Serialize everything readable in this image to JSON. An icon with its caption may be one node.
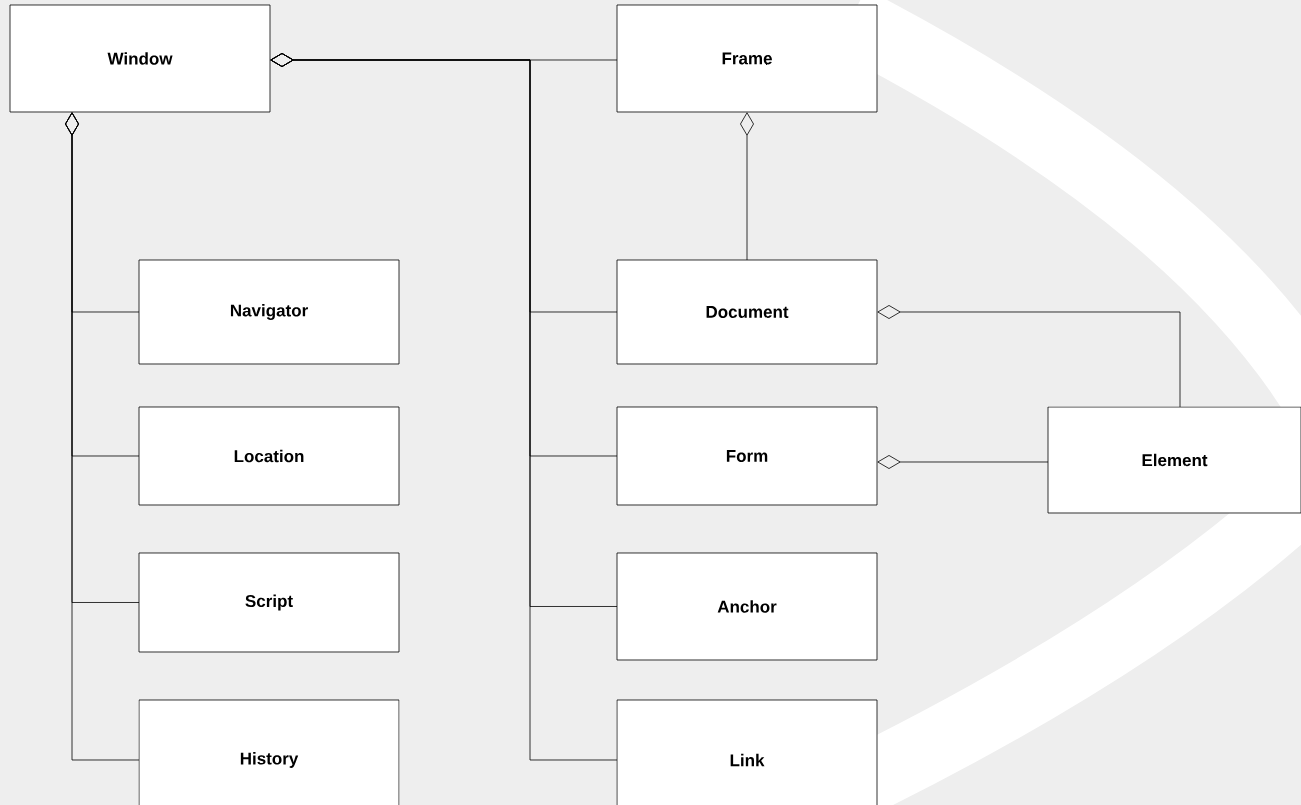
{
  "diagram": {
    "nodes": [
      {
        "text": [
          "Window"
        ]
      },
      {
        "text": [
          "Frame"
        ]
      },
      {
        "text": [
          "Navigator"
        ]
      },
      {
        "text": [
          "Location"
        ]
      },
      {
        "text": [
          "Script"
        ]
      },
      {
        "text": [
          "History"
        ]
      },
      {
        "text": [
          "Document"
        ]
      },
      {
        "text": [
          "Form"
        ]
      },
      {
        "text": [
          "Element"
        ]
      },
      {
        "text": [
          "Anchor"
        ]
      },
      {
        "text": [
          "Link"
        ]
      }
    ],
    "edges": [
      {
        "from": 0,
        "to": 1,
        "arrow": "other"
      },
      {
        "from": 0,
        "to": 2,
        "arrow": "other"
      },
      {
        "from": 0,
        "to": 3,
        "arrow": "other"
      },
      {
        "from": 0,
        "to": 4,
        "arrow": "other"
      },
      {
        "from": 0,
        "to": 5,
        "arrow": "other"
      },
      {
        "from": 0,
        "to": 6,
        "arrow": "other"
      },
      {
        "from": 0,
        "to": 7,
        "arrow": "other"
      },
      {
        "from": 0,
        "to": 9,
        "arrow": "other"
      },
      {
        "from": 0,
        "to": 10,
        "arrow": "other"
      },
      {
        "from": 1,
        "to": 6,
        "arrow": "other"
      },
      {
        "from": 6,
        "to": 8,
        "arrow": "other"
      },
      {
        "from": 7,
        "to": 8,
        "arrow": "other"
      }
    ]
  }
}
